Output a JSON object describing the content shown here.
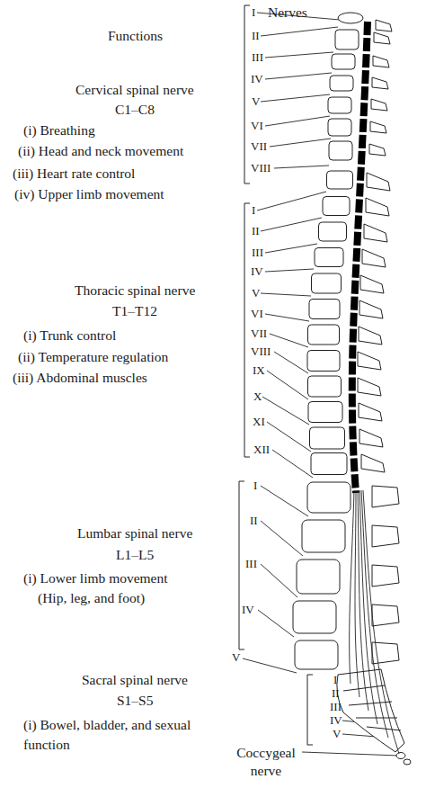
{
  "diagram": {
    "labels": [
      "Functions",
      "Nerves",
      "Cervical spinal nerve",
      "C1–C8",
      "(i) Breathing",
      "(ii) Head and neck movement",
      "(iii) Heart rate control",
      "(iv) Upper limb movement",
      "Thoracic spinal nerve",
      "T1–T12",
      "(i) Trunk control",
      "(ii) Temperature regulation",
      "(iii) Abdominal muscles",
      "Lumbar spinal nerve",
      "L1–L5",
      "(i) Lower limb movement (Hip, leg, and foot)",
      "Sacral spinal nerve",
      "S1–S5",
      "(i) Bowel, bladder, and sexual function",
      "Coccygeal nerve",
      "I",
      "II",
      "III",
      "IV",
      "V",
      "VI",
      "VII",
      "VIII",
      "I",
      "II",
      "III",
      "IV",
      "V",
      "VI",
      "VII",
      "VIII",
      "IX",
      "X",
      "XI",
      "XII",
      "I",
      "II",
      "III",
      "IV",
      "V",
      "I",
      "II",
      "III",
      "IV",
      "V"
    ]
  }
}
